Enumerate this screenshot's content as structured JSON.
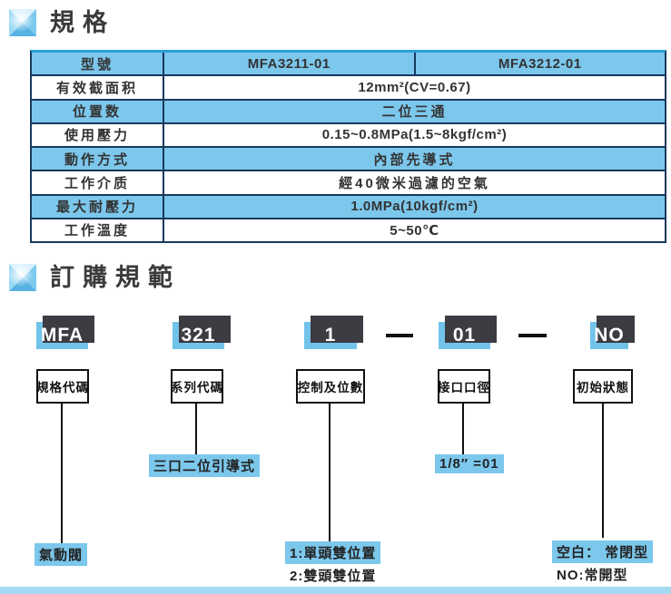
{
  "spec": {
    "title": "規格",
    "table": {
      "rows": [
        {
          "label": "型號",
          "value1": "MFA3211-01",
          "value2": "MFA3212-01"
        },
        {
          "label": "有效截面积",
          "value": "12mm²(CV=0.67)"
        },
        {
          "label": "位置数",
          "value": "二位三通"
        },
        {
          "label": "使用壓力",
          "value": "0.15~0.8MPa(1.5~8kgf/cm²)"
        },
        {
          "label": "動作方式",
          "value": "內部先導式"
        },
        {
          "label": "工作介质",
          "value": "經40微米過濾的空氣"
        },
        {
          "label": "最大耐壓力",
          "value": "1.0MPa(10kgf/cm²)"
        },
        {
          "label": "工作溫度",
          "value": "5~50℃"
        }
      ]
    }
  },
  "order": {
    "title": "訂購規範",
    "columns": [
      {
        "code": "MFA",
        "label": "規格代碼",
        "note_bottom_1": "氣動閥"
      },
      {
        "code": "321",
        "label": "系列代碼",
        "note_mid": "三口二位引導式"
      },
      {
        "code": "1",
        "label": "控制及位數",
        "note_bottom_1": "1:單頭雙位置",
        "note_bottom_2": "2:雙頭雙位置"
      },
      {
        "code": "01",
        "label": "接口口徑",
        "note_mid": "1/8″ =01"
      },
      {
        "code": "NO",
        "label": "初始狀態",
        "note_bottom_1": "空白： 常閉型",
        "note_bottom_2": "NO:常開型"
      }
    ]
  },
  "colors": {
    "row_blue": "#7cc7ec",
    "code_box_blue": "#72c3e9",
    "box_shadow_dark": "#3c3c43",
    "table_border": "#16395c",
    "table_border_top": "#2a9fd8",
    "highlight_blue": "#7cc7ec",
    "bottom_bar_blue": "#a6d9f2",
    "text_dark": "#333333"
  }
}
